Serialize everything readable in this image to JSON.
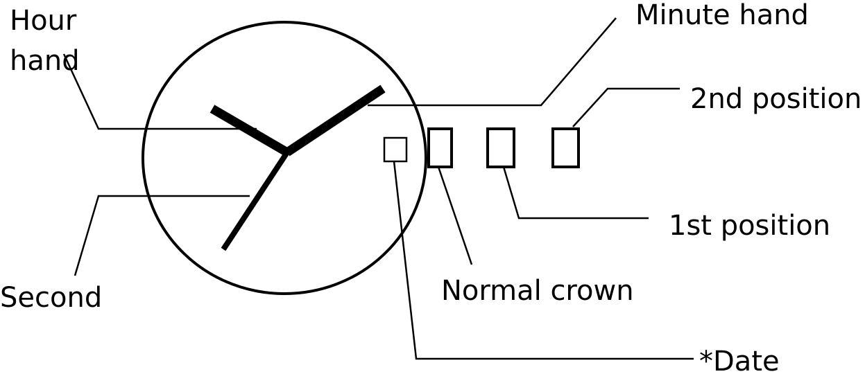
{
  "labels": {
    "hour_hand_line1": "Hour",
    "hour_hand_line2": "hand",
    "minute_hand": "Minute hand",
    "second_position": "2nd position",
    "first_position": "1st position",
    "normal_crown": "Normal crown",
    "second": "Second",
    "date": "*Date"
  },
  "colors": {
    "stroke": "#000000",
    "background": "#ffffff"
  }
}
